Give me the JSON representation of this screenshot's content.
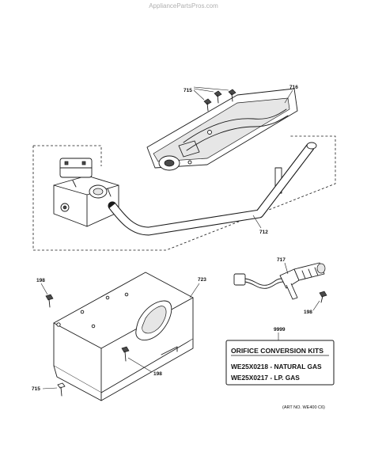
{
  "watermark": "AppliancePartsPros.com",
  "callouts": {
    "screws_top": "715",
    "burner_housing": "716",
    "gas_tube": "712",
    "screw_left": "198",
    "bracket": "723",
    "screw_mid": "198",
    "screw_bottom": "715",
    "igniter": "717",
    "screw_igniter": "198",
    "kit": "9999"
  },
  "kit_box": {
    "title": "ORIFICE CONVERSION KITS",
    "line1": "WE25X0218 - NATURAL GAS",
    "line2": "WE25X0217 - LP. GAS"
  },
  "art_number": "(ART NO. WE400 C6)"
}
